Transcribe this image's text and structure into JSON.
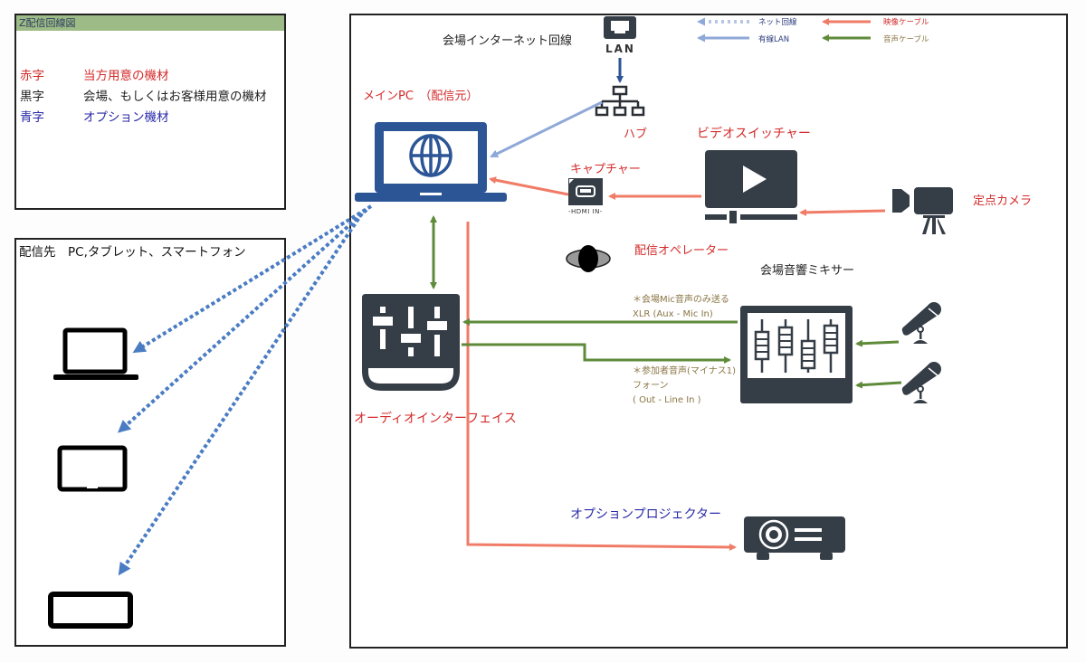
{
  "legend_panel": {
    "title": "Z配信回線図",
    "rows": [
      {
        "key": "赤字",
        "desc": "当方用意の機材",
        "color": "red"
      },
      {
        "key": "黒字",
        "desc": "会場、もしくはお客様用意の機材",
        "color": "black"
      },
      {
        "key": "青字",
        "desc": "オプション機材",
        "color": "blue"
      }
    ]
  },
  "destination_panel": {
    "title": "配信先　PC,タブレット、スマートフォン",
    "devices": [
      "laptop",
      "tablet",
      "smartphone"
    ]
  },
  "line_legend": {
    "net_line": "ネット回線",
    "wired_lan": "有線LAN",
    "video_cable": "映像ケーブル",
    "audio_cable": "音声ケーブル"
  },
  "nodes": {
    "internet": "会場インターネット回線",
    "lan": "LAN",
    "hub": "ハブ",
    "main_pc": "メインPC　（配信元）",
    "capture": "キャプチャー",
    "hdmi_in": "-HDMI IN-",
    "video_switcher": "ビデオスイッチャー",
    "fixed_camera": "定点カメラ",
    "operator": "配信オペレーター",
    "mixer": "会場音響ミキサー",
    "audio_interface": "オーディオインターフェイス",
    "projector": "オプションプロジェクター"
  },
  "notes": {
    "xlr": [
      "＊会場Mic音声のみ送る",
      "XLR (Aux - Mic In)"
    ],
    "phone": [
      "＊参加者音声(マイナス1)",
      "フォーン",
      "( Out - Line In )"
    ]
  },
  "colors": {
    "red_text": "#d42a2a",
    "blue_text": "#2a2aa8",
    "video_cable": "#f07b66",
    "audio_cable": "#5f8a3a",
    "wired_lan": "#8fa8d8",
    "net_dots": "#4a7cc4",
    "device_dark": "#353d46",
    "pc_blue": "#2c5596",
    "legend_header": "#9dbb87"
  }
}
